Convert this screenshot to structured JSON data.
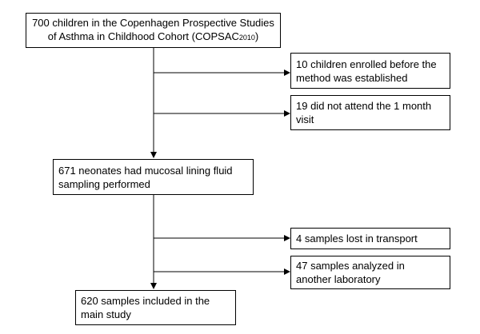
{
  "flowchart": {
    "cohort": {
      "line1": "700 children in the Copenhagen Prospective Studies",
      "line2_main": "of Asthma in Childhood Cohort (COPSAC",
      "line2_sub": "2010",
      "line2_end": ")"
    },
    "exclusion_1": {
      "line1": "10 children enrolled before the",
      "line2": "method was established"
    },
    "exclusion_2": {
      "line1": "19 did not attend the 1 month",
      "line2": "visit"
    },
    "sampling": {
      "line1": "671 neonates had mucosal lining fluid",
      "line2": "sampling performed"
    },
    "exclusion_3": {
      "line1": "4 samples lost in transport"
    },
    "exclusion_4": {
      "line1": "47 samples analyzed in",
      "line2": "another laboratory"
    },
    "final": {
      "line1": "620 samples included in the",
      "line2": "main study"
    }
  },
  "colors": {
    "line": "#000000",
    "box_border": "#000000",
    "background": "#ffffff"
  }
}
